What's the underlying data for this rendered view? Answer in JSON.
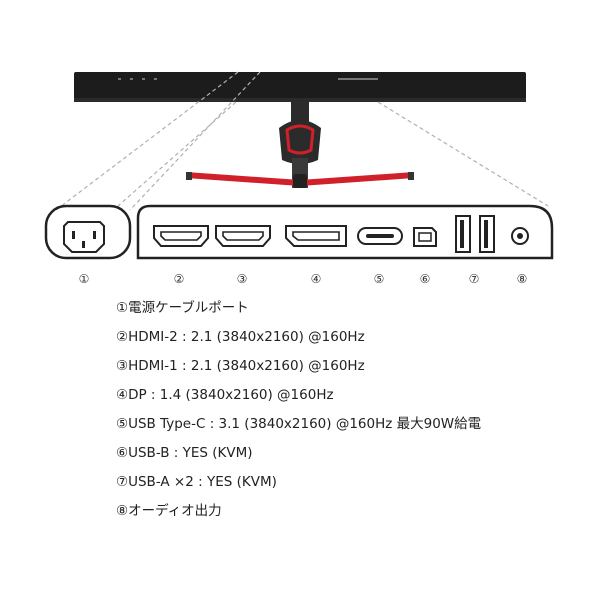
{
  "port_numbers": [
    "①",
    "②",
    "③",
    "④",
    "⑤",
    "⑥",
    "⑦",
    "⑧"
  ],
  "specs": [
    {
      "text": "①電源ケーブルポート"
    },
    {
      "text": "②HDMI-2 : 2.1 (3840x2160) @160Hz"
    },
    {
      "text": "③HDMI-1 : 2.1 (3840x2160) @160Hz"
    },
    {
      "text": "④DP : 1.4 (3840x2160) @160Hz"
    },
    {
      "text": "⑤USB Type-C : 3.1 (3840x2160) @160Hz 最大90W給電"
    },
    {
      "text": "⑥USB-B : YES (KVM)"
    },
    {
      "text": "⑦USB-A ×2 : YES (KVM)"
    },
    {
      "text": "⑧オーディオ出力"
    }
  ],
  "icons": [
    "power-inlet-icon",
    "hdmi-2-port-icon",
    "hdmi-1-port-icon",
    "displayport-icon",
    "usb-c-port-icon",
    "usb-b-port-icon",
    "usb-a-port-icon",
    "audio-jack-icon"
  ],
  "colors": {
    "stand_accent": "#d0202a",
    "monitor_body": "#1c1c1c",
    "outline": "#222222",
    "dashed_line": "#b0b0b0"
  }
}
